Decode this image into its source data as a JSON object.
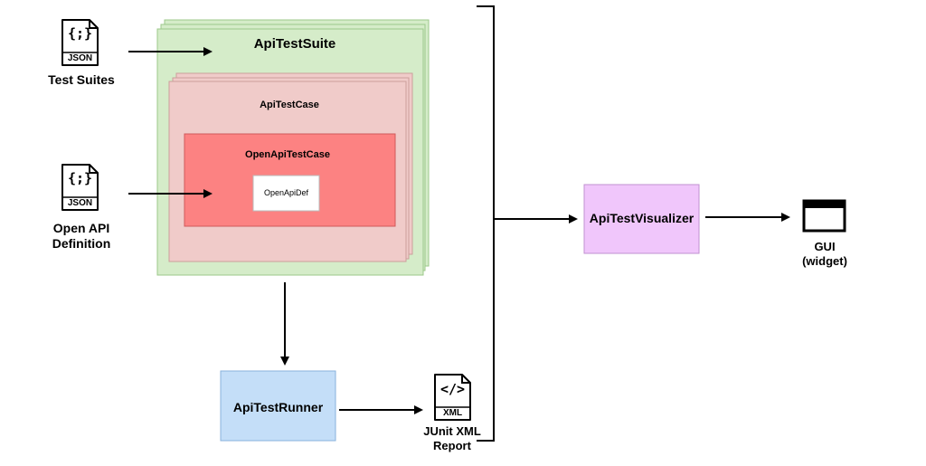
{
  "inputs": {
    "test_suites": {
      "icon_text": "{;}",
      "format": "JSON",
      "label": "Test Suites"
    },
    "open_api": {
      "icon_text": "{;}",
      "format": "JSON",
      "label_line1": "Open API",
      "label_line2": "Definition"
    }
  },
  "suite": {
    "title": "ApiTestSuite",
    "fill": "#d5ecc9",
    "border": "#9cc88a"
  },
  "case": {
    "title": "ApiTestCase",
    "fill": "#f0cbc9",
    "border": "#cc9f9c"
  },
  "openapi_case": {
    "title": "OpenApiTestCase",
    "fill": "#fc8282",
    "border": "#d05a5a"
  },
  "openapi_def": {
    "title": "OpenApiDef"
  },
  "runner": {
    "title": "ApiTestRunner",
    "fill": "#c4def8",
    "border": "#88b2dc"
  },
  "report": {
    "icon_text": "</>",
    "format": "XML",
    "label_line1": "JUnit XML",
    "label_line2": "Report"
  },
  "visualizer": {
    "title": "ApiTestVisualizer",
    "fill": "#f0c6fb",
    "border": "#c192d0"
  },
  "gui": {
    "label_line1": "GUI",
    "label_line2": "(widget)"
  }
}
